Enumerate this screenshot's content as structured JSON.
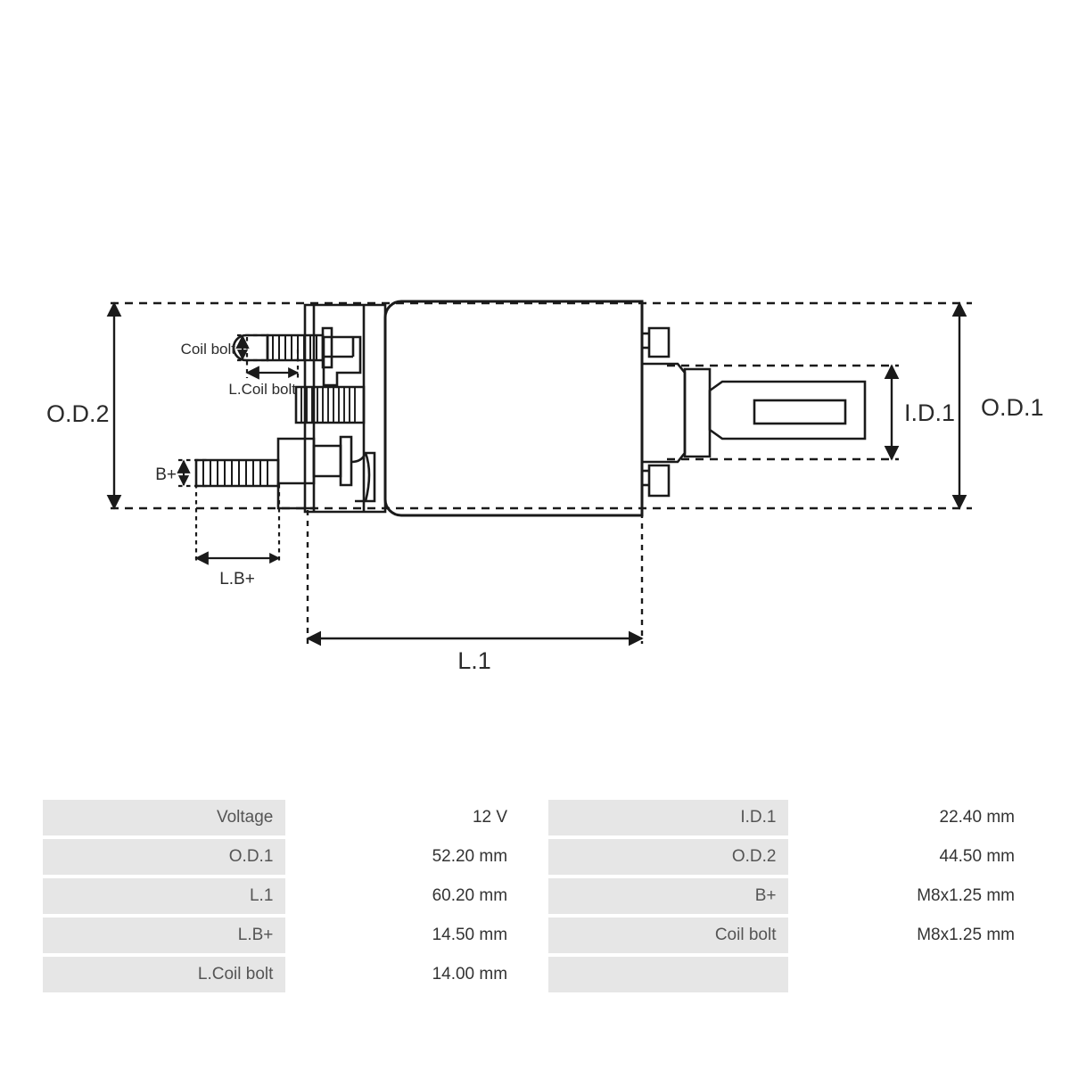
{
  "drawing": {
    "title": "starter-solenoid-cross-section",
    "labels": {
      "od2": "O.D.2",
      "od1": "O.D.1",
      "id1": "I.D.1",
      "l1": "L.1",
      "lbplus": "L.B+",
      "bplus": "B+",
      "coil_bolt": "Coil bolt",
      "l_coil_bolt": "L.Coil bolt"
    },
    "line_color": "#1a1a1a",
    "text_color": "#2b2b2b"
  },
  "table": {
    "rows": [
      {
        "label_left": "Voltage",
        "value_left": "12 V",
        "label_right": "I.D.1",
        "value_right": "22.40 mm"
      },
      {
        "label_left": "O.D.1",
        "value_left": "52.20 mm",
        "label_right": "O.D.2",
        "value_right": "44.50 mm"
      },
      {
        "label_left": "L.1",
        "value_left": "60.20 mm",
        "label_right": "B+",
        "value_right": "M8x1.25 mm"
      },
      {
        "label_left": "L.B+",
        "value_left": "14.50 mm",
        "label_right": "Coil bolt",
        "value_right": "M8x1.25 mm"
      },
      {
        "label_left": "L.Coil bolt",
        "value_left": "14.00 mm",
        "label_right": "",
        "value_right": ""
      }
    ],
    "colors": {
      "label_bg": "#e6e6e6",
      "value_bg": "#ffffff",
      "label_text": "#555555",
      "value_text": "#333333"
    }
  }
}
